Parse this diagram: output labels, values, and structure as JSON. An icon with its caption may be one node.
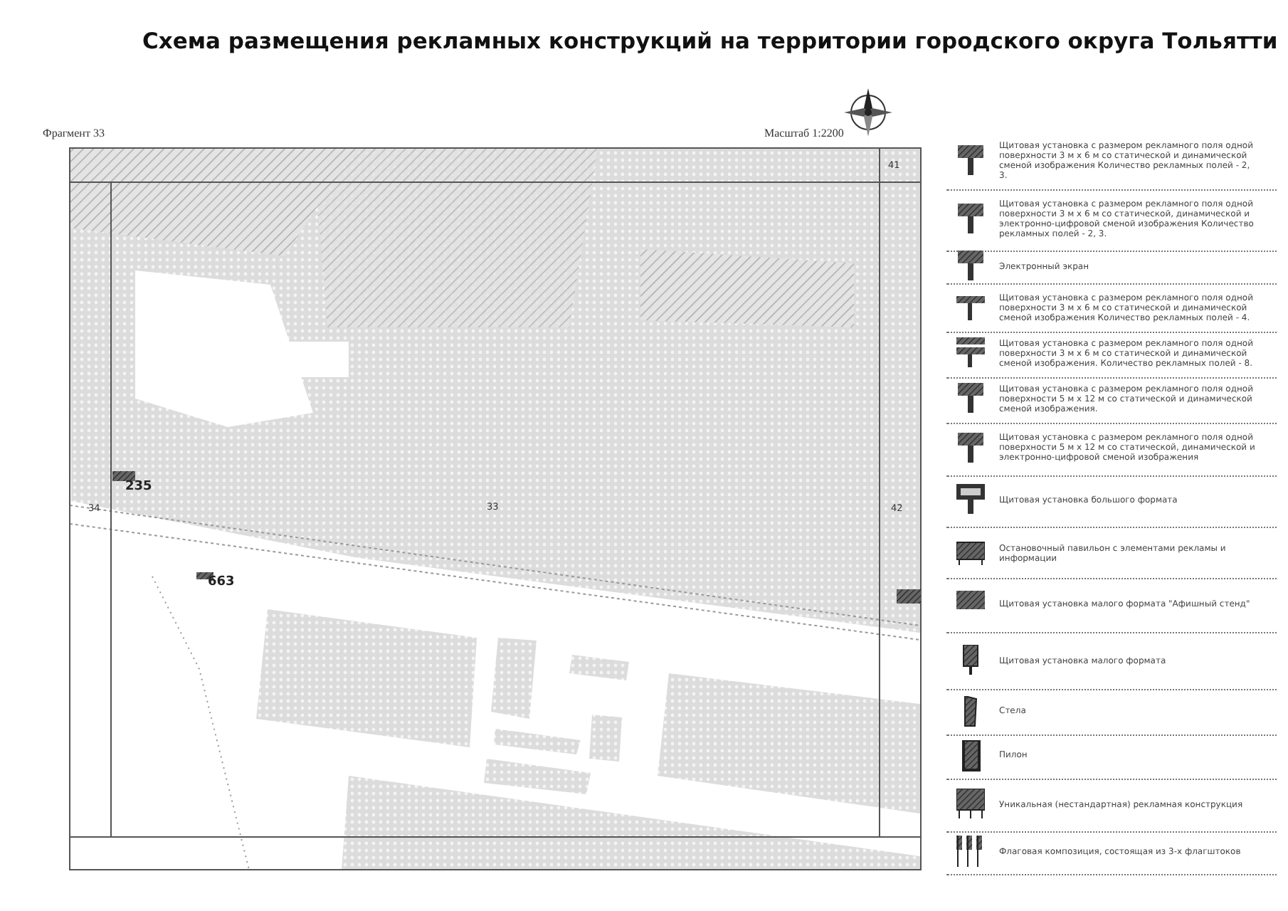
{
  "diagram": {
    "title": "Схема размещения рекламных конструкций на территории городского округа Тольятти",
    "labels": [
      "Фрагмент 33",
      "Масштаб 1:2200",
      "41",
      "235",
      "34",
      "33",
      "42",
      "663"
    ],
    "legend": [
      {
        "text": "Щитовая установка с размером рекламного поля одной поверхности 3 м х 6 м со статической и динамической сменой изображения Количество рекламных полей - 2, 3."
      },
      {
        "text": "Щитовая установка с размером рекламного поля одной поверхности 3 м х 6 м со статической, динамической и электронно-цифровой сменой изображения Количество рекламных полей - 2, 3."
      },
      {
        "text": "Электронный экран"
      },
      {
        "text": "Щитовая установка с размером рекламного поля одной поверхности 3 м х 6 м со статической и динамической сменой изображения Количество рекламных полей - 4."
      },
      {
        "text": "Щитовая установка с размером рекламного поля одной поверхности 3 м х 6 м со статической и динамической сменой изображения. Количество рекламных полей - 8."
      },
      {
        "text": "Щитовая установка с размером рекламного поля одной поверхности 5 м х 12 м со статической и динамической сменой изображения."
      },
      {
        "text": "Щитовая установка с размером рекламного поля одной поверхности 5 м х 12 м со статической, динамической и электронно-цифровой сменой изображения"
      },
      {
        "text": "Щитовая установка большого формата"
      },
      {
        "text": "Остановочный павильон с элементами рекламы и информации"
      },
      {
        "text": "Щитовая установка малого формата \"Афишный стенд\""
      },
      {
        "text": "Щитовая установка малого формата"
      },
      {
        "text": "Стела"
      },
      {
        "text": "Пилон"
      },
      {
        "text": "Уникальная (нестандартная) рекламная конструкция"
      },
      {
        "text": "Флаговая композиция, состоящая из 3-х флагштоков"
      }
    ]
  }
}
